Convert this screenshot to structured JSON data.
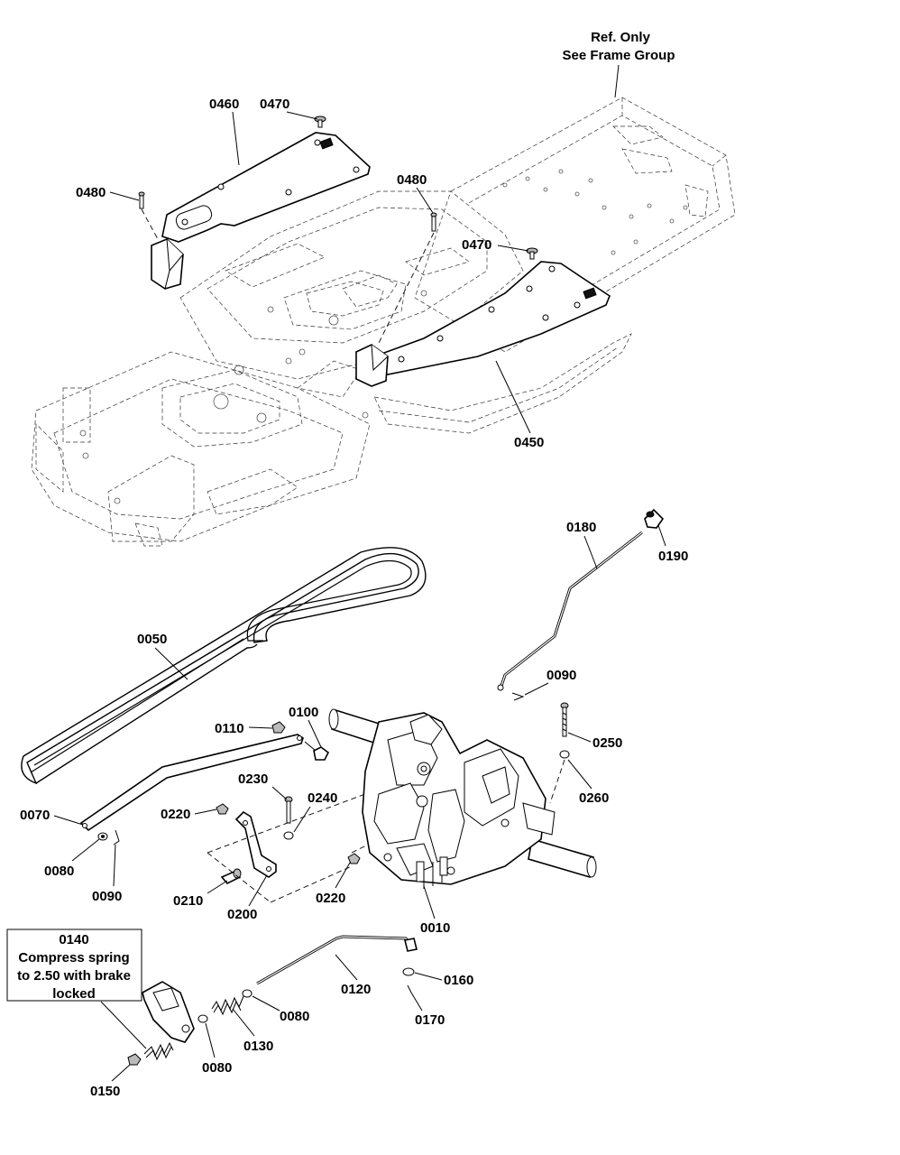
{
  "frame_note": {
    "line1": "Ref. Only",
    "line2": "See Frame Group"
  },
  "callouts": {
    "p0460": "0460",
    "p0470_a": "0470",
    "p0480_a": "0480",
    "p0480_b": "0480",
    "p0470_b": "0470",
    "p0450": "0450",
    "p0180": "0180",
    "p0190": "0190",
    "p0050": "0050",
    "p0090_a": "0090",
    "p0100": "0100",
    "p0110": "0110",
    "p0250": "0250",
    "p0230": "0230",
    "p0240": "0240",
    "p0260": "0260",
    "p0220_a": "0220",
    "p0070": "0070",
    "p0080_a": "0080",
    "p0090_b": "0090",
    "p0210": "0210",
    "p0200": "0200",
    "p0220_b": "0220",
    "p0010": "0010",
    "p0160": "0160",
    "p0120": "0120",
    "p0080_b": "0080",
    "p0170": "0170",
    "p0130": "0130",
    "p0080_c": "0080",
    "p0150": "0150"
  },
  "note_box": {
    "part": "0140",
    "line1": "Compress spring",
    "line2": "to 2.50 with brake",
    "line3": "locked"
  }
}
